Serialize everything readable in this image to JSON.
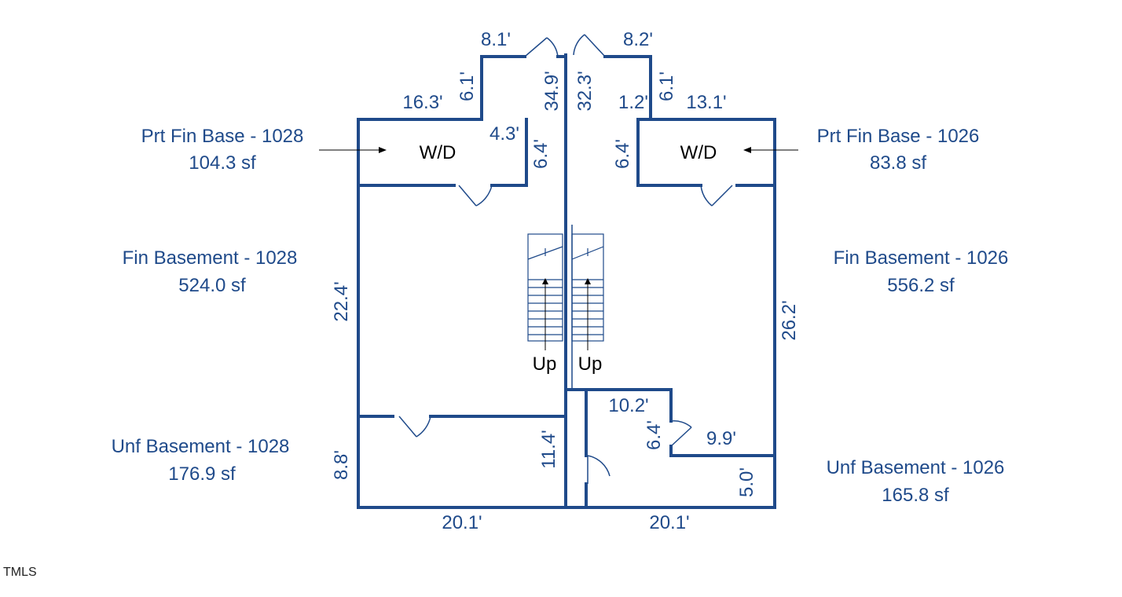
{
  "rooms": {
    "prt_fin_1028": {
      "name": "Prt Fin Base - 1028",
      "area": "104.3 sf"
    },
    "prt_fin_1026": {
      "name": "Prt Fin Base - 1026",
      "area": "83.8 sf"
    },
    "fin_1028": {
      "name": "Fin Basement - 1028",
      "area": "524.0 sf"
    },
    "fin_1026": {
      "name": "Fin Basement - 1026",
      "area": "556.2 sf"
    },
    "unf_1028": {
      "name": "Unf Basement - 1028",
      "area": "176.9 sf"
    },
    "unf_1026": {
      "name": "Unf Basement - 1026",
      "area": "165.8 sf"
    }
  },
  "fixtures": {
    "wd_left": "W/D",
    "wd_right": "W/D",
    "stair_up_left": "Up",
    "stair_up_right": "Up"
  },
  "dimensions": {
    "top_left_width": "8.1'",
    "top_right_width": "8.2'",
    "left_nook_height": "6.1'",
    "right_nook_height": "6.1'",
    "left_top_run": "16.3'",
    "right_top_run": "13.1'",
    "right_small": "1.2'",
    "center_left_depth": "34.9'",
    "center_right_depth": "32.3'",
    "left_wd_width": "4.3'",
    "left_wd_height": "6.4'",
    "right_wd_height": "6.4'",
    "left_fin_height": "22.4'",
    "right_fin_height": "26.2'",
    "left_unf_height": "8.8'",
    "center_unf_height": "11.4'",
    "right_unf_room_width": "10.2'",
    "right_unf_room_height": "6.4'",
    "right_step_width": "9.9'",
    "right_unf_height": "5.0'",
    "bottom_left_width": "20.1'",
    "bottom_right_width": "20.1'"
  },
  "watermark": "TMLS",
  "colors": {
    "line": "#1f4a8a",
    "text": "#1f4a8a",
    "fixture_text": "#000000"
  }
}
